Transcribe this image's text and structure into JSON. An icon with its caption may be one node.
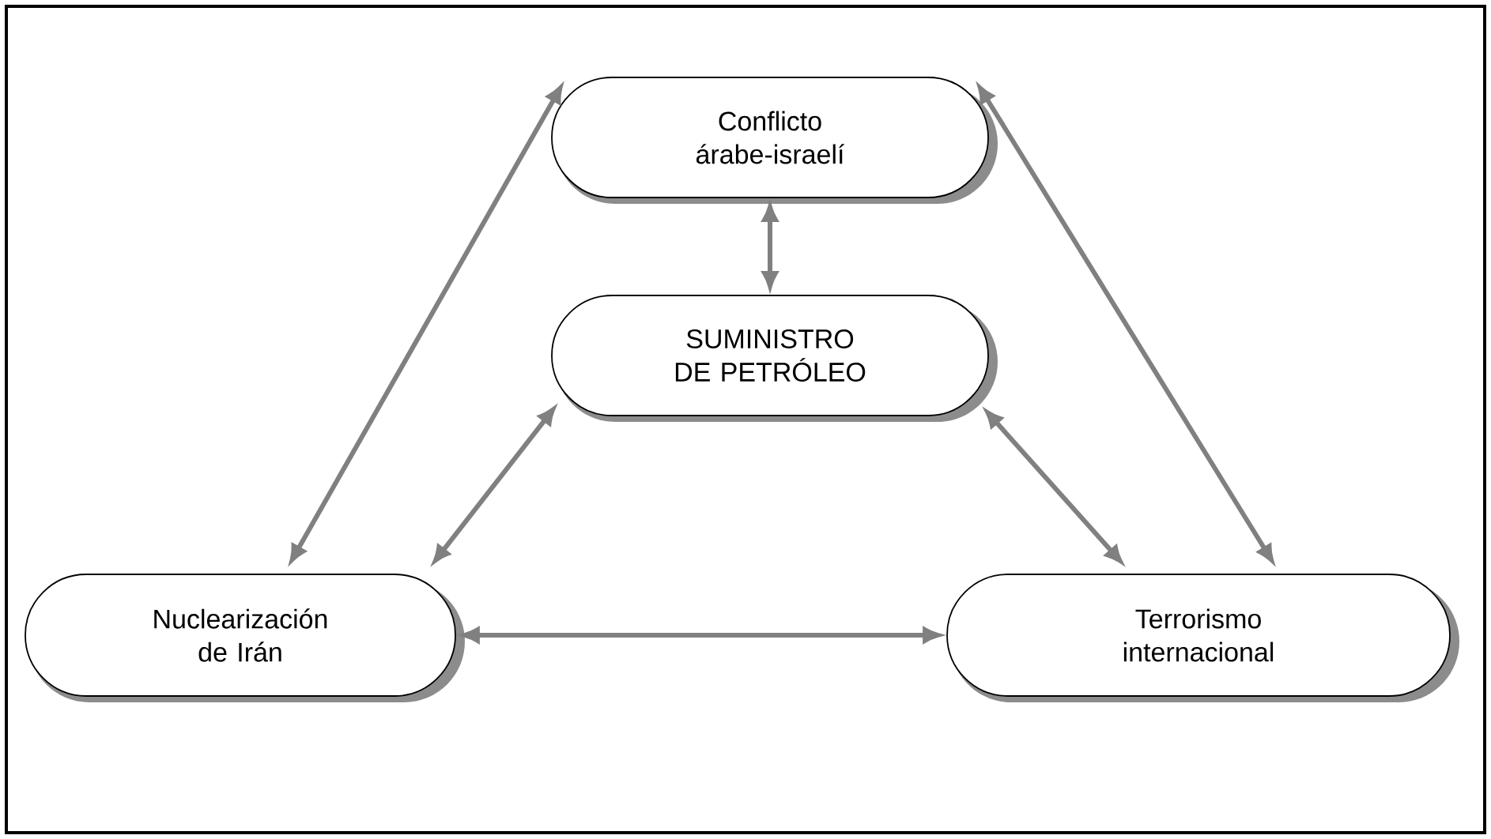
{
  "diagram": {
    "nodes": [
      {
        "text": [
          "Conflicto árabe-israelí"
        ]
      },
      {
        "text": [
          "SUMINISTRO DE PETRÓLEO"
        ]
      },
      {
        "text": [
          "Nuclearización de Irán"
        ]
      },
      {
        "text": [
          "Terrorismo internacional"
        ]
      }
    ],
    "edges": [
      {
        "from": 0,
        "to": 1,
        "arrow": "both"
      },
      {
        "from": 2,
        "to": 0,
        "arrow": "both"
      },
      {
        "from": 3,
        "to": 0,
        "arrow": "both"
      },
      {
        "from": 2,
        "to": 1,
        "arrow": "both"
      },
      {
        "from": 3,
        "to": 1,
        "arrow": "both"
      },
      {
        "from": 2,
        "to": 3,
        "arrow": "both"
      }
    ]
  }
}
